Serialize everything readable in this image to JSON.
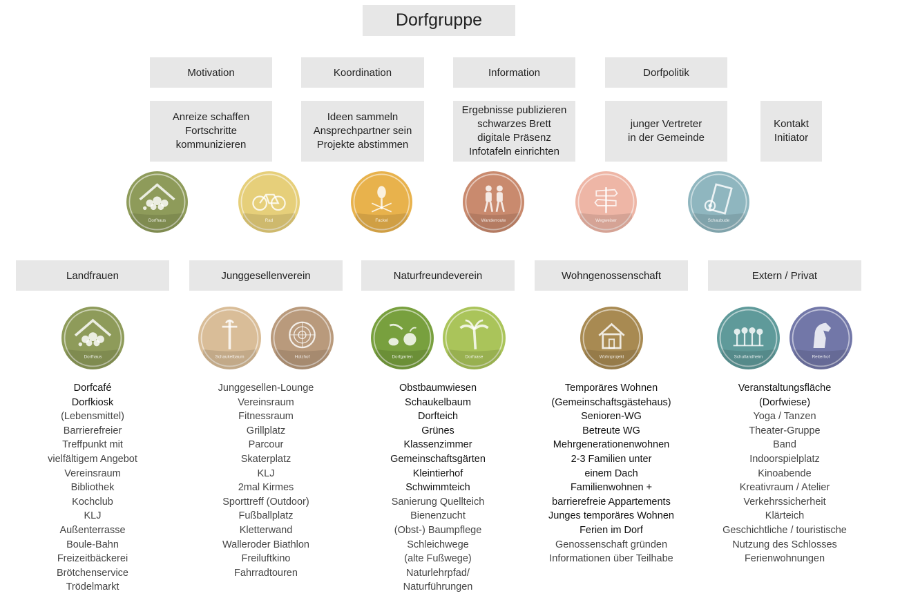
{
  "title": "Dorfgruppe",
  "top_headers": [
    "Motivation",
    "Koordination",
    "Information",
    "Dorfpolitik"
  ],
  "top_descriptions": [
    [
      "Anreize schaffen",
      "Fortschritte",
      "kommunizieren"
    ],
    [
      "Ideen sammeln",
      "Ansprechpartner sein",
      "Projekte abstimmen"
    ],
    [
      "Ergebnisse publizieren",
      "schwarzes Brett",
      "digitale Präsenz",
      "Infotafeln einrichten"
    ],
    [
      "junger Vertreter",
      "in der Gemeinde"
    ],
    [
      "Kontakt",
      "Initiator"
    ]
  ],
  "top_badges": [
    {
      "icon": "dorfhaus-icon",
      "label": "Dorfhaus",
      "color": "#8e9b5a"
    },
    {
      "icon": "bicycle-icon",
      "label": "Rad",
      "color": "#e6cf7a"
    },
    {
      "icon": "torch-icon",
      "label": "Fackel",
      "color": "#e8b24c"
    },
    {
      "icon": "hikers-icon",
      "label": "Wanderroute",
      "color": "#c98a6e"
    },
    {
      "icon": "signpost-icon",
      "label": "Wegweiser",
      "color": "#eeb6a6"
    },
    {
      "icon": "film-icon",
      "label": "Schaubude",
      "color": "#8fb6bf"
    }
  ],
  "groups": [
    {
      "name": "Landfrauen",
      "badges": [
        {
          "icon": "dorfhaus-icon",
          "label": "Dorfhaus",
          "color": "#8e9b5a"
        }
      ],
      "items": [
        "Dorfcafé",
        "Dorfkiosk",
        "(Lebensmittel)",
        "Barrierefreier",
        "Treffpunkt mit",
        "vielfältigem Angebot",
        "Vereinsraum",
        "Bibliothek",
        "Kochclub",
        "KLJ",
        "Außenterrasse",
        "Boule-Bahn",
        "Freizeitbäckerei",
        "Brötchenservice",
        "Trödelmarkt"
      ]
    },
    {
      "name": "Junggesellenverein",
      "badges": [
        {
          "icon": "maypole-icon",
          "label": "Schaukelbaum",
          "color": "#d9bd98"
        },
        {
          "icon": "wood-slice-icon",
          "label": "Holzhof",
          "color": "#b99a7c"
        }
      ],
      "items": [
        "Junggesellen-Lounge",
        "Vereinsraum",
        "Fitnessraum",
        "Grillplatz",
        "Parcour",
        "Skaterplatz",
        "KLJ",
        "2mal Kirmes",
        "Sporttreff (Outdoor)",
        "Fußballplatz",
        "Kletterwand",
        "Walleroder Biathlon",
        "Freiluftkino",
        "Fahrradtouren"
      ]
    },
    {
      "name": "Naturfreundeverein",
      "badges": [
        {
          "icon": "garden-icon",
          "label": "Dorfgarten",
          "color": "#78a03e"
        },
        {
          "icon": "palm-icon",
          "label": "Dorfoase",
          "color": "#aac45a"
        }
      ],
      "items": [
        "Obstbaumwiesen",
        "Schaukelbaum",
        "Dorfteich",
        "Grünes",
        "Klassenzimmer",
        "Gemeinschaftsgärten",
        "Kleintierhof",
        "Schwimmteich",
        "Sanierung Quellteich",
        "Bienenzucht",
        "(Obst-) Baumpflege",
        "Schleichwege",
        "(alte Fußwege)",
        "Naturlehrpfad/",
        "Naturführungen"
      ]
    },
    {
      "name": "Wohngenossenschaft",
      "badges": [
        {
          "icon": "house-icon",
          "label": "Wohnprojekt",
          "color": "#a88a52"
        }
      ],
      "items": [
        "Temporäres Wohnen",
        "(Gemeinschaftsgästehaus)",
        "Senioren-WG",
        "Betreute WG",
        "Mehrgenerationenwohnen",
        "2-3 Familien unter",
        "einem Dach",
        "Familienwohnen +",
        "barrierefreie Appartements",
        "Junges temporäres Wohnen",
        "Ferien im Dorf",
        "Genossenschaft gründen",
        "Informationen über Teilhabe"
      ]
    },
    {
      "name": "Extern / Privat",
      "badges": [
        {
          "icon": "trees-icon",
          "label": "Schullandheim",
          "color": "#5f9a9a"
        },
        {
          "icon": "horse-icon",
          "label": "Reiterhof",
          "color": "#7277a8"
        }
      ],
      "items": [
        "Veranstaltungsfläche",
        "(Dorfwiese)",
        "Yoga / Tanzen",
        "Theater-Gruppe",
        "Band",
        "Indoorspielplatz",
        "Kinoabende",
        "Kreativraum / Atelier",
        "Verkehrssicherheit",
        "Klärteich",
        "Geschichtliche / touristische",
        "Nutzung des Schlosses",
        "Ferienwohnungen"
      ]
    }
  ]
}
